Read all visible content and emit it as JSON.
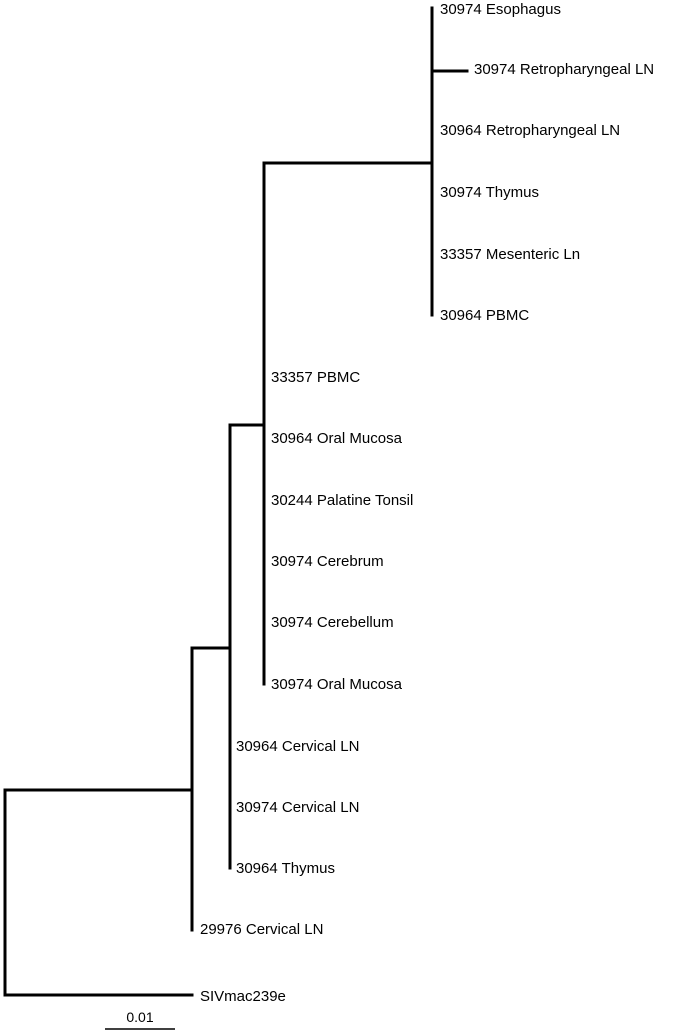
{
  "diagram": {
    "type": "phylogenetic-tree",
    "leaves": [
      {
        "id": "l1",
        "label": "30974 Esophagus"
      },
      {
        "id": "l2",
        "label": "30974 Retropharyngeal LN"
      },
      {
        "id": "l3",
        "label": "30964 Retropharyngeal LN"
      },
      {
        "id": "l4",
        "label": "30974 Thymus"
      },
      {
        "id": "l5",
        "label": "33357 Mesenteric Ln"
      },
      {
        "id": "l6",
        "label": "30964 PBMC"
      },
      {
        "id": "l7",
        "label": "33357 PBMC"
      },
      {
        "id": "l8",
        "label": "30964 Oral Mucosa"
      },
      {
        "id": "l9",
        "label": "30244 Palatine Tonsil"
      },
      {
        "id": "l10",
        "label": "30974 Cerebrum"
      },
      {
        "id": "l11",
        "label": "30974 Cerebellum"
      },
      {
        "id": "l12",
        "label": "30974 Oral Mucosa"
      },
      {
        "id": "l13",
        "label": "30964 Cervical LN"
      },
      {
        "id": "l14",
        "label": "30974 Cervical LN"
      },
      {
        "id": "l15",
        "label": "30964 Thymus"
      },
      {
        "id": "l16",
        "label": "29976 Cervical LN"
      },
      {
        "id": "l17",
        "label": "SIVmac239e"
      }
    ],
    "scale_bar": {
      "label": "0.01",
      "value": 0.01
    }
  },
  "colors": {
    "line": "#000000",
    "background": "#ffffff"
  }
}
